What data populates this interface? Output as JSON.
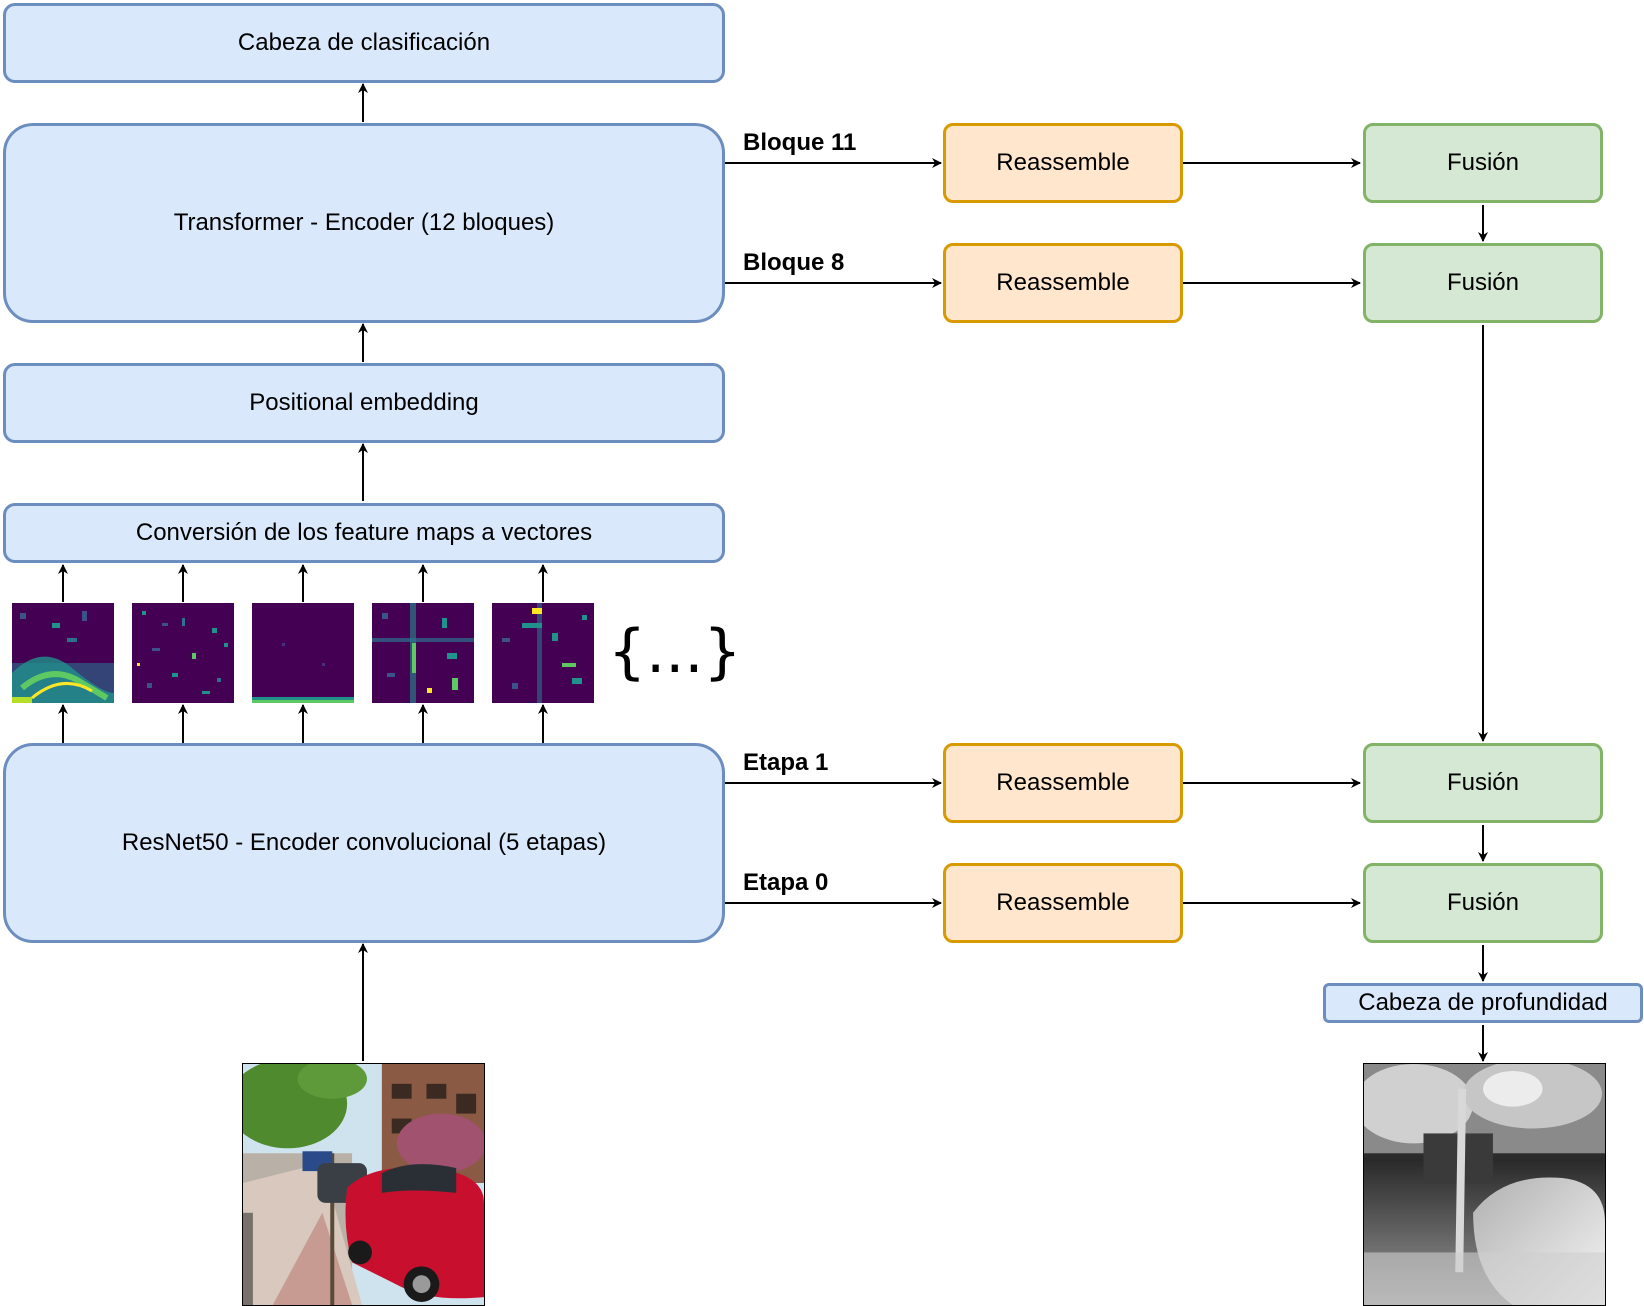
{
  "left": {
    "classification_head": "Cabeza de clasificación",
    "transformer": "Transformer - Encoder (12 bloques)",
    "positional": "Positional embedding",
    "conversion": "Conversión de los feature maps a vectores",
    "resnet": "ResNet50 - Encoder convolucional (5 etapas)",
    "ellipsis": "{...}"
  },
  "labels": {
    "bloque11": "Bloque 11",
    "bloque8": "Bloque 8",
    "etapa1": "Etapa 1",
    "etapa0": "Etapa 0"
  },
  "reassemble": [
    "Reassemble",
    "Reassemble",
    "Reassemble",
    "Reassemble"
  ],
  "fusion": [
    "Fusión",
    "Fusión",
    "Fusión",
    "Fusión"
  ],
  "depth_head": "Cabeza de profundidad",
  "colors": {
    "blue_fill": "#dae8fc",
    "blue_stroke": "#6c8ebf",
    "orange_fill": "#ffe6cc",
    "orange_stroke": "#d79b00",
    "green_fill": "#d5e8d4",
    "green_stroke": "#82b366",
    "feature_map_bg": "#440154",
    "feature_map_hi": "#21918c",
    "feature_map_peak": "#fde725"
  }
}
